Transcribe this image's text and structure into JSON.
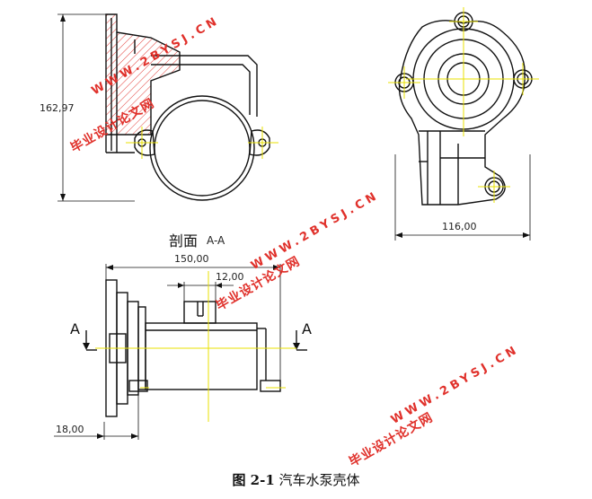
{
  "views": {
    "side": {
      "height_dim": "162,97"
    },
    "front": {
      "width_dim": "116,00"
    },
    "section": {
      "title": "剖面",
      "name": "A-A",
      "length_dim": "150,00",
      "boss_dim": "12,00",
      "flange_dim": "18,00",
      "arrow_letter_left": "A",
      "arrow_letter_right": "A"
    }
  },
  "watermarks": [
    {
      "url": "WWW.2BYSJ.CN",
      "name": "毕业设计论文网"
    },
    {
      "url": "WWW.2BYSJ.CN",
      "name": "毕业设计论文网"
    },
    {
      "url": "WWW.2BYSJ.CN",
      "name": "毕业设计论文网"
    }
  ],
  "caption": {
    "figure_no": "图 2-1",
    "title": "汽车水泵壳体"
  },
  "colors": {
    "line": "#111111",
    "center": "#e8e000",
    "hatch": "#e0302a",
    "watermark": "#e0302a"
  }
}
